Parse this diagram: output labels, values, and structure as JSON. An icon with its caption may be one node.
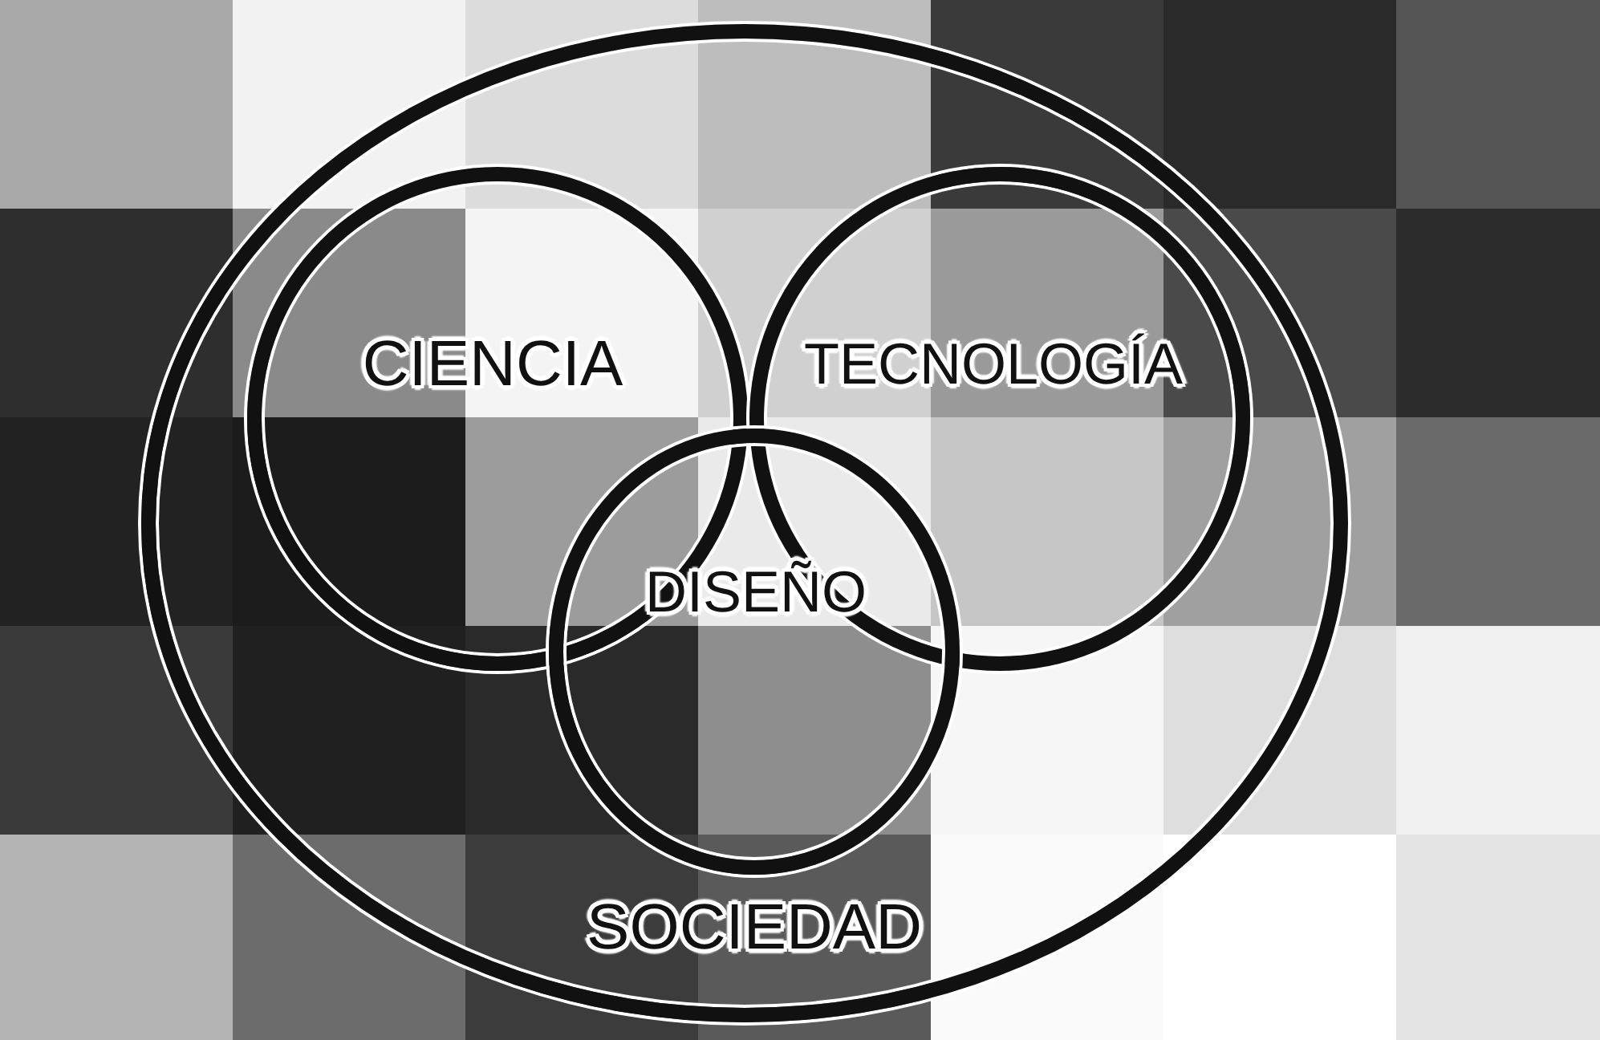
{
  "diagram": {
    "nodes": [
      {
        "text": [
          "SOCIEDAD"
        ]
      },
      {
        "text": [
          "CIENCIA"
        ],
        "in": 0
      },
      {
        "text": [
          "TECNOLOGÍA"
        ],
        "in": 0
      },
      {
        "text": [
          "DISEÑO"
        ],
        "in": 0
      }
    ]
  }
}
